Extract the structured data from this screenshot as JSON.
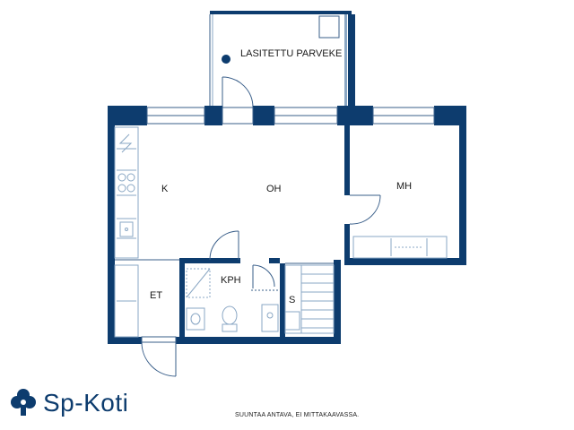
{
  "rooms": {
    "balcony": "LASITETTU PARVEKE",
    "kitchen": "K",
    "living": "OH",
    "bedroom": "MH",
    "hall": "ET",
    "bathroom": "KPH",
    "storage": "S"
  },
  "note": "SUUNTAA ANTAVA, EI MITTAKAAVASSA.",
  "brand": {
    "name": "Sp-Koti",
    "logo_icon": "sp-cloverleaf-logo"
  },
  "colors": {
    "wall": "#0d3c6e",
    "line": "#3a5f8a",
    "fixture": "#8aa7c4",
    "background": "#ffffff"
  }
}
